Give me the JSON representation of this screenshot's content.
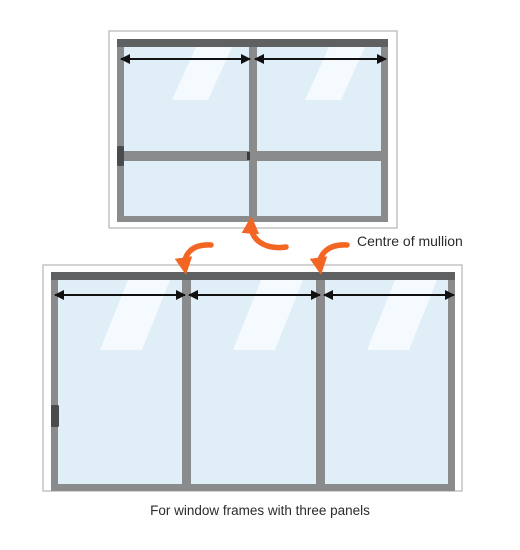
{
  "annotation": {
    "text": "Centre of mullion"
  },
  "caption": {
    "text": "For window frames with three panels"
  },
  "colors": {
    "frame": "#8a8b8d",
    "frame_dark": "#5f6062",
    "glass": "#dfeef7",
    "glass_highlight": "#f7fbfe",
    "outline": "#b5b5b5",
    "arrow": "#f26522",
    "dimension": "#111111"
  },
  "icons": {
    "handle": "handle-icon",
    "dimension_arrow": "double-headed-arrow-icon",
    "pointer_arrow": "curved-arrow-icon"
  },
  "figures": [
    {
      "name": "two-panel-window",
      "panels": 2,
      "transom": true
    },
    {
      "name": "three-panel-window",
      "panels": 3,
      "transom": false
    }
  ]
}
